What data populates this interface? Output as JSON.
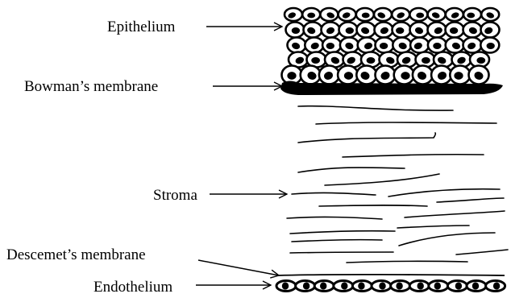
{
  "labels": {
    "epithelium": "Epithelium",
    "bowmans_membrane": "Bowman’s membrane",
    "stroma": "Stroma",
    "descemets_membrane": "Descemet’s membrane",
    "endothelium": "Endothelium"
  },
  "colors": {
    "ink": "#000000",
    "background": "#ffffff"
  }
}
